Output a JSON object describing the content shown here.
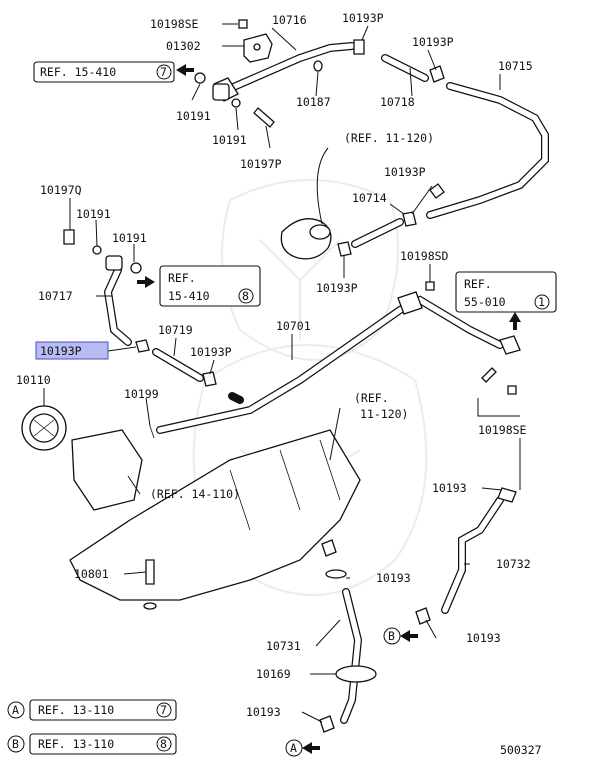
{
  "labels": {
    "p10198se_top": "10198SE",
    "p01302": "01302",
    "p10716": "10716",
    "p10193p_a": "10193P",
    "p10193p_b": "10193P",
    "p10715": "10715",
    "p10191_a": "10191",
    "p10187": "10187",
    "p10718": "10718",
    "p10191_b": "10191",
    "p10197p": "10197P",
    "p10197q": "10197Q",
    "p10191_c": "10191",
    "p10191_d": "10191",
    "p10714": "10714",
    "p10193p_c": "10193P",
    "p10193p_d": "10193P",
    "p10198sd": "10198SD",
    "p10717": "10717",
    "p10719": "10719",
    "p10701": "10701",
    "p10193p_hl": "10193P",
    "p10193p_e": "10193P",
    "p10110": "10110",
    "p10199": "10199",
    "p10198se_r": "10198SE",
    "p10193_a": "10193",
    "p10732": "10732",
    "p10801": "10801",
    "p10193_b": "10193",
    "p10193_c": "10193",
    "p10731": "10731",
    "p10169": "10169",
    "p10193_d": "10193"
  },
  "refs": {
    "ref_15_410_7": {
      "text": "REF. 15-410",
      "circle": "7"
    },
    "ref_11_120_top": "(REF. 11-120)",
    "ref_15_410_8": {
      "line1": "REF.",
      "line2": "15-410",
      "circle": "8"
    },
    "ref_55_010_1": {
      "line1": "REF.",
      "line2": "55-010",
      "circle": "1"
    },
    "ref_11_120_mid": {
      "line1": "(REF.",
      "line2": "11-120)"
    },
    "ref_14_110": "(REF. 14-110)"
  },
  "legend": [
    {
      "marker": "A",
      "text": "REF. 13-110",
      "circle": "7"
    },
    {
      "marker": "B",
      "text": "REF. 13-110",
      "circle": "8"
    }
  ],
  "flow_markers": {
    "a": "A",
    "b": "B"
  },
  "diagram_id": "500327",
  "colors": {
    "highlight_fill": "#b9bcf2",
    "highlight_stroke": "#4a4fc9",
    "ink": "#111111"
  }
}
